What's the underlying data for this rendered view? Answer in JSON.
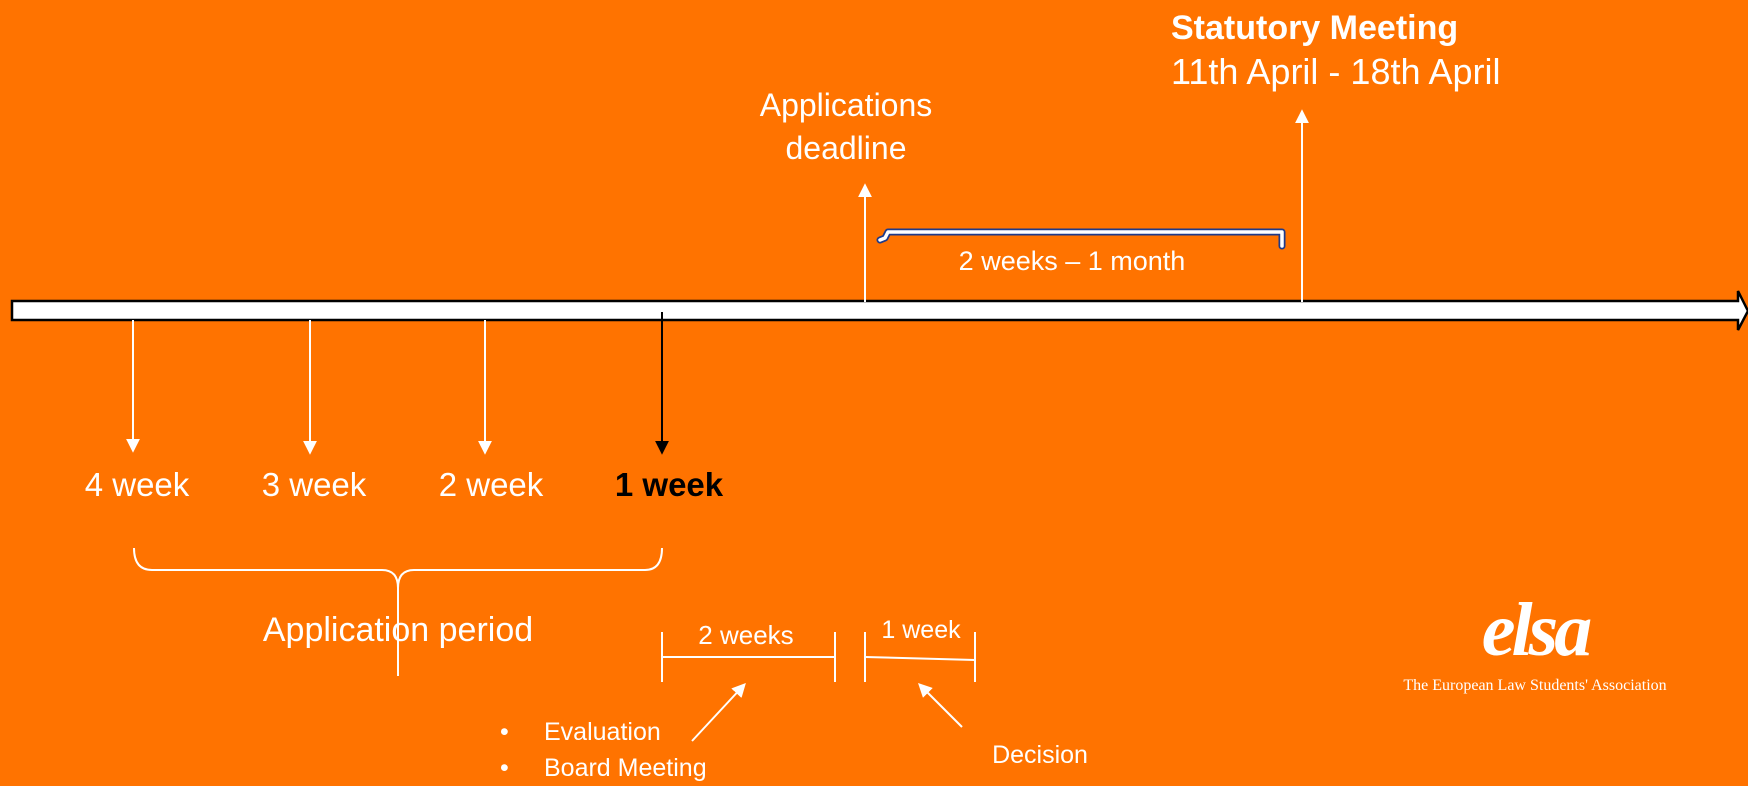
{
  "statutory_meeting": {
    "title": "Statutory Meeting",
    "dates": "11th April - 18th April"
  },
  "applications_deadline": {
    "line1": "Applications",
    "line2": "deadline"
  },
  "deadline_to_meeting_gap": "2 weeks – 1 month",
  "weeks": [
    {
      "label": "4 week",
      "emphasis": false
    },
    {
      "label": "3 week",
      "emphasis": false
    },
    {
      "label": "2 week",
      "emphasis": false
    },
    {
      "label": "1 week",
      "emphasis": true
    }
  ],
  "application_period": "Application period",
  "evaluation_span": "2 weeks",
  "decision_span": "1 week",
  "evaluation_tasks": [
    "Evaluation",
    "Board Meeting"
  ],
  "decision_label": "Decision",
  "logo": {
    "wordmark": "elsa",
    "tagline": "The European Law Students' Association"
  },
  "colors": {
    "background": "#FF7300",
    "foreground": "#FFFFFF",
    "highlight": "#000000",
    "bracket_outline": "#1F3A8A"
  }
}
